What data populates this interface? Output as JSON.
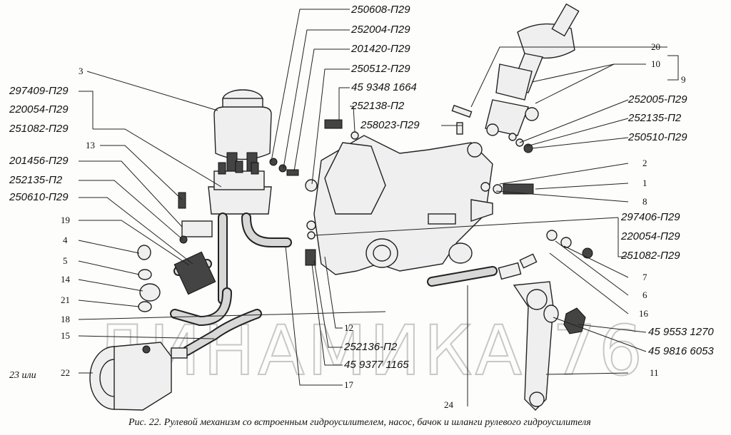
{
  "caption": "Рис. 22. Рулевой механизм со встроенным гидроусилителем, насос, бачок и шланги рулевого гидроусилителя",
  "watermark": "ДИНАМИКА-76",
  "left_label": "23 или",
  "callouts_left": {
    "n3": "3",
    "code_297409": "297409-П29",
    "code_220054_a": "220054-П29",
    "code_251082_a": "251082-П29",
    "n13": "13",
    "code_201456": "201456-П29",
    "code_252135_a": "252135-П2",
    "code_250610": "250610-П29",
    "n19": "19",
    "n4": "4",
    "n5": "5",
    "n14": "14",
    "n21": "21",
    "n18": "18",
    "n15": "15",
    "n22": "22"
  },
  "callouts_top": {
    "code_250608": "250608-П29",
    "code_252004": "252004-П29",
    "code_201420": "201420-П29",
    "code_250512": "250512-П29",
    "code_459348": "45 9348 1664",
    "code_252138": "252138-П2",
    "code_258023": "258023-П29"
  },
  "callouts_right": {
    "n20": "20",
    "n10": "10",
    "n9": "9",
    "code_252005": "252005-П29",
    "code_252135_b": "252135-П2",
    "code_250510": "250510-П29",
    "n2": "2",
    "n1": "1",
    "n8": "8",
    "code_297406": "297406-П29",
    "code_220054_b": "220054-П29",
    "code_251082_b": "251082-П29",
    "n7": "7",
    "n6": "6",
    "n16": "16",
    "code_459553": "45 9553 1270",
    "code_459816": "45 9816 6053",
    "n11": "11"
  },
  "callouts_bottom": {
    "n12": "12",
    "code_252136": "252136-П2",
    "code_459377": "45 9377 1165",
    "n17": "17",
    "n24": "24"
  }
}
